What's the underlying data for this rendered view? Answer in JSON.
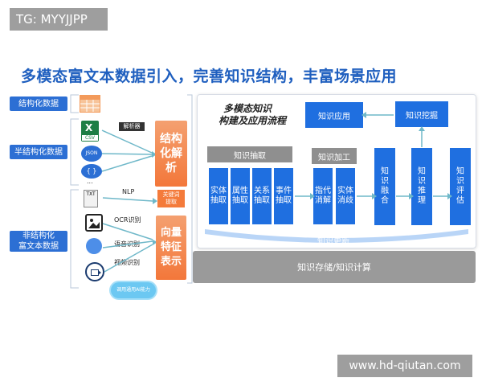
{
  "watermark_top": "TG: MYYJJPP",
  "watermark_bottom": "www.hd-qiutan.com",
  "headline": "多模态富文本数据引入，完善知识结构，丰富场景应用",
  "sources": {
    "structured": "结构化数据",
    "semi_structured": "半结构化数据",
    "unstructured": [
      "非结构化",
      "富文本数据"
    ]
  },
  "semi_items": {
    "csv": "CSV",
    "json": "JSON",
    "braces": "{ }",
    "ellipsis": "...",
    "parser": "解析器"
  },
  "unstructured_items": {
    "txt": "TXT",
    "nlp": "NLP",
    "ocr": "OCR识别",
    "speech": "语音识别",
    "video": "视频识别",
    "ai": "调用通用AI能力"
  },
  "processing": {
    "structure_parse": [
      "结构",
      "化解",
      "析"
    ],
    "keyword": [
      "关键词",
      "提取"
    ],
    "vector": [
      "向量",
      "特征",
      "表示"
    ]
  },
  "flow": {
    "title": [
      "多模态知识",
      "构建及应用流程"
    ],
    "app": "知识应用",
    "mining": "知识挖掘",
    "extraction_header": "知识抽取",
    "processing_header": "知识加工",
    "extraction_steps": [
      [
        "实体",
        "抽取"
      ],
      [
        "属性",
        "抽取"
      ],
      [
        "关系",
        "抽取"
      ],
      [
        "事件",
        "抽取"
      ]
    ],
    "processing_steps": [
      [
        "指代",
        "消解"
      ],
      [
        "实体",
        "消歧"
      ]
    ],
    "fusion": [
      "知",
      "识",
      "融",
      "合"
    ],
    "reasoning": [
      "知",
      "识",
      "推",
      "理"
    ],
    "evaluation": [
      "知",
      "识",
      "评",
      "估"
    ],
    "update": "知识更新",
    "storage": "知识存储/知识计算"
  },
  "colors": {
    "primary_blue": "#1f6fe0",
    "headline_blue": "#1f5fbf",
    "orange": "#f3773a",
    "gray": "#9a9a9a"
  }
}
